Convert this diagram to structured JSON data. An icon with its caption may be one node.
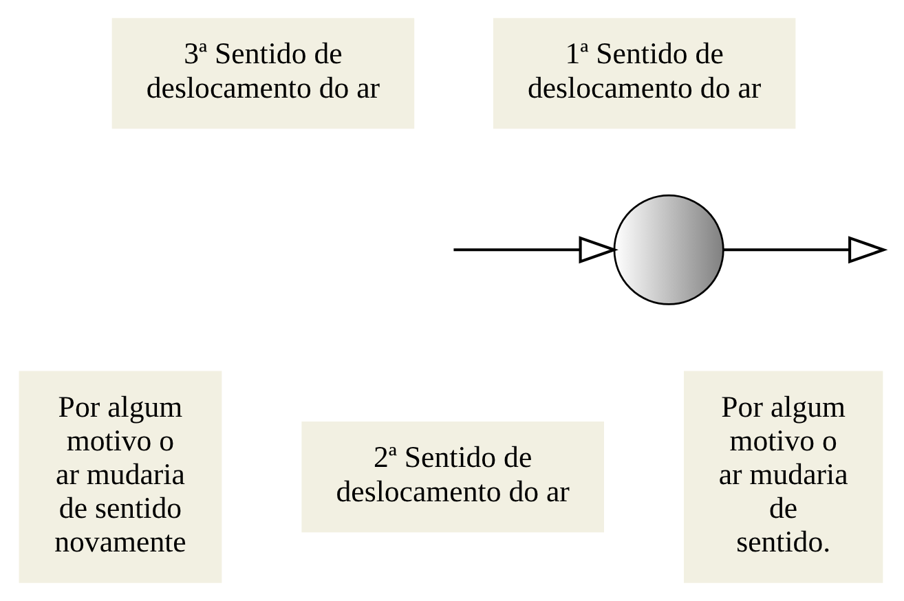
{
  "diagram": {
    "nodes": [
      {
        "text": [
          "3ª Sentido de deslocamento do ar"
        ]
      },
      {
        "text": [
          "1ª Sentido de deslocamento do ar"
        ]
      },
      {
        "text": [],
        "shape": "circle"
      },
      {
        "text": [
          "Por algum motivo o ar mudaria de sentido novamente"
        ]
      },
      {
        "text": [
          "2ª Sentido de deslocamento do ar"
        ]
      },
      {
        "text": [
          "Por algum motivo o ar mudaria de sentido."
        ]
      }
    ],
    "edges": [
      {
        "from": null,
        "to": 2,
        "arrow": "to"
      },
      {
        "from": 2,
        "to": null,
        "arrow": "to"
      }
    ]
  }
}
